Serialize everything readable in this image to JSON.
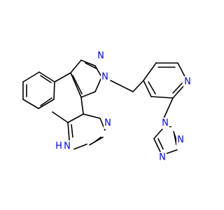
{
  "colors": {
    "background": "#ffffff",
    "bond": "#000000",
    "nitrogen": "#0000ff"
  },
  "molecule": {
    "atom_labels": [
      {
        "name": "n-imidazole1-top",
        "text": "N",
        "color": "nitrogen"
      },
      {
        "name": "n-imidazole1-n1",
        "text": "N",
        "color": "nitrogen"
      },
      {
        "name": "n-pyridine",
        "text": "N",
        "color": "nitrogen"
      },
      {
        "name": "n-methylimidazole-ring",
        "text": "N",
        "color": "nitrogen"
      },
      {
        "name": "nh-methylimidazole",
        "text": "H",
        "color": "nitrogen"
      },
      {
        "name": "n-triazole-n1",
        "text": "N",
        "color": "nitrogen"
      },
      {
        "name": "n-triazole-n2",
        "text": "N",
        "color": "nitrogen"
      },
      {
        "name": "n-triazole-n4",
        "text": "N",
        "color": "nitrogen"
      }
    ]
  }
}
